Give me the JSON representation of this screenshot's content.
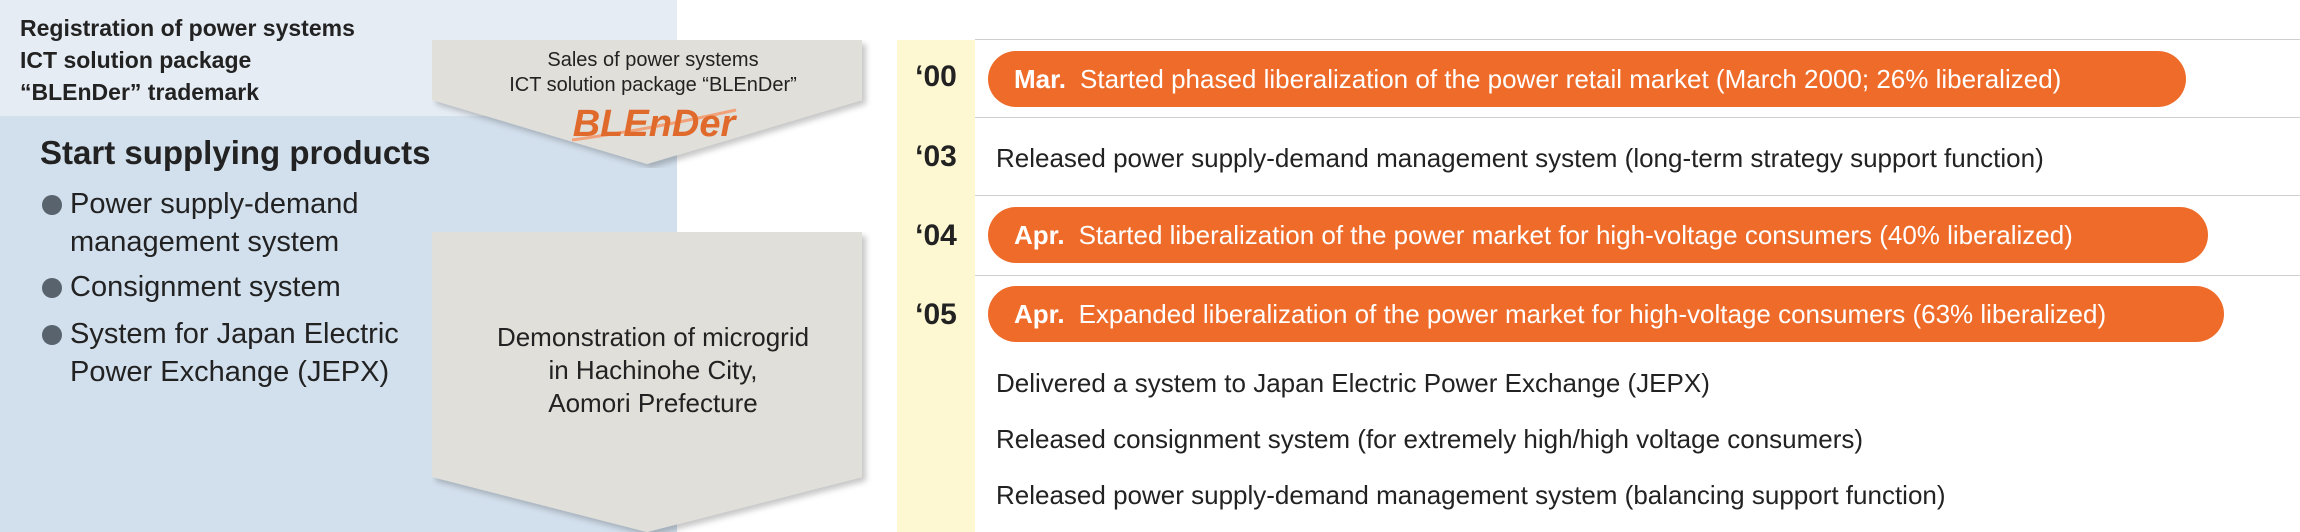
{
  "registration": {
    "line1": "Registration of power systems",
    "line2": "ICT solution package",
    "line3": "“BLEnDer” trademark"
  },
  "products": {
    "title": "Start supplying products",
    "items": [
      {
        "line1": "Power supply-demand",
        "line2": "management system"
      },
      {
        "line1": "Consignment system",
        "line2": ""
      },
      {
        "line1": "System for Japan Electric",
        "line2": "Power Exchange (JEPX)"
      }
    ]
  },
  "sales_arrow": {
    "line1": "Sales of power systems",
    "line2": "ICT solution package “BLEnDer”",
    "logo_text": "BLEnDer"
  },
  "demo_arrow": {
    "line1": "Demonstration of microgrid",
    "line2": "in Hachinohe City,",
    "line3": "Aomori Prefecture"
  },
  "timeline": {
    "years": [
      "‘00",
      "‘03",
      "‘04",
      "‘05"
    ],
    "events": [
      {
        "month": "Mar.",
        "text": "Started phased liberalization of the power retail market (March 2000; 26% liberalized)",
        "highlight": true
      },
      {
        "month": "",
        "text": "Released power supply-demand management system (long-term strategy support function)",
        "highlight": false
      },
      {
        "month": "Apr.",
        "text": "Started liberalization of the power market for high-voltage consumers (40% liberalized)",
        "highlight": true
      },
      {
        "month": "Apr.",
        "text": "Expanded liberalization of the power market for high-voltage consumers (63% liberalized)",
        "highlight": true
      },
      {
        "month": "",
        "text": "Delivered a system to Japan Electric Power Exchange (JEPX)",
        "highlight": false
      },
      {
        "month": "",
        "text": "Released consignment system (for extremely high/high voltage consumers)",
        "highlight": false
      },
      {
        "month": "",
        "text": "Released power supply-demand management system (balancing support function)",
        "highlight": false
      }
    ]
  },
  "colors": {
    "highlight": "#ef6b2a",
    "year_band": "#fdf8d2",
    "left_panel": "#d2dfec",
    "left_header": "#e6ecf4",
    "arrow": "#e0dfd9",
    "logo": "#e06a2c"
  }
}
